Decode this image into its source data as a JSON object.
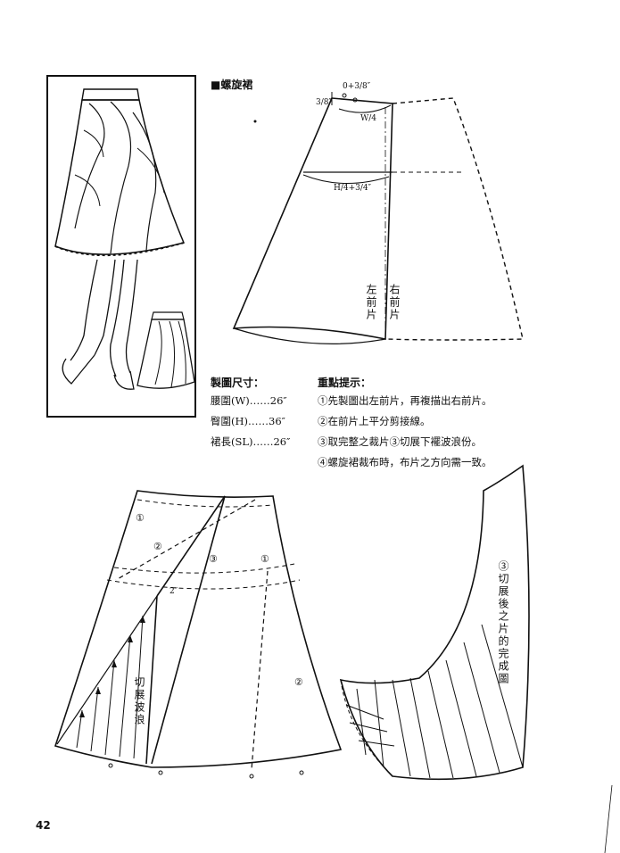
{
  "section_title": "■螺旋裙",
  "measurements": {
    "heading": "製圖尺寸：",
    "rows": [
      "腰圍(W)……26″",
      "臀圍(H)……36″",
      "裙長(SL)……26″"
    ]
  },
  "tips": {
    "heading": "重點提示：",
    "items": [
      "①先製圖出左前片，再複描出右前片。",
      "②在前片上平分剪接線。",
      "③取完整之裁片③切展下襬波浪份。",
      "④螺旋裙裁布時，布片之方向需一致。"
    ]
  },
  "top_pattern": {
    "waist_rise": "0+3/8″",
    "side_label": "3/8″",
    "waist_formula": "W/4",
    "hip_formula": "H/4+3/4″",
    "left_front": "左前片",
    "right_front": "右前片"
  },
  "bottom_pattern": {
    "panel_1": "①",
    "panel_2": "②",
    "panel_3": "③",
    "panel_1b": "①",
    "panel_2b": "②",
    "offset": "2″",
    "cut_spread": "切展波浪",
    "result_label": "③切展後之片的完成圖"
  },
  "page_number": "42"
}
